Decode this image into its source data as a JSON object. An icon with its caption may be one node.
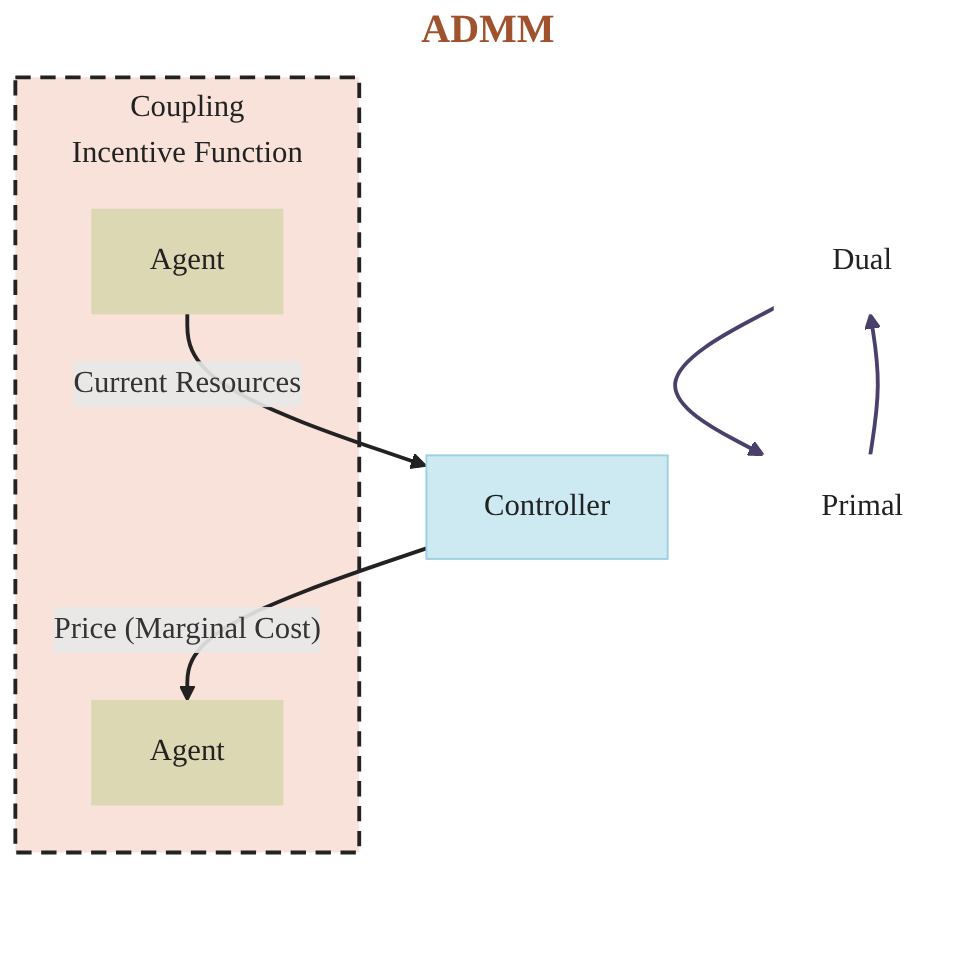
{
  "diagram": {
    "nodes": [
      {
        "text": [
          "Controller"
        ]
      },
      {
        "text": [
          "Dual"
        ]
      },
      {
        "text": [
          "Primal"
        ]
      },
      {
        "text": [
          "Coupling",
          "Incentive Function"
        ]
      },
      {
        "text": [
          "Agent"
        ],
        "in": 3
      },
      {
        "text": [
          "Agent"
        ],
        "in": 3
      }
    ],
    "edges": [
      {
        "from": 0,
        "to": 4,
        "arrow": "to",
        "label": "Price (Marginal Cost)"
      },
      {
        "from": 5,
        "to": 0,
        "arrow": "to",
        "label": "Current Resources"
      },
      {
        "from": 2,
        "to": 1,
        "arrow": "to",
        "color": "#4b3f6b"
      },
      {
        "from": 1,
        "to": 2,
        "arrow": "to",
        "color": "#4b3f6b"
      }
    ],
    "labels": [
      "ADMM"
    ]
  }
}
